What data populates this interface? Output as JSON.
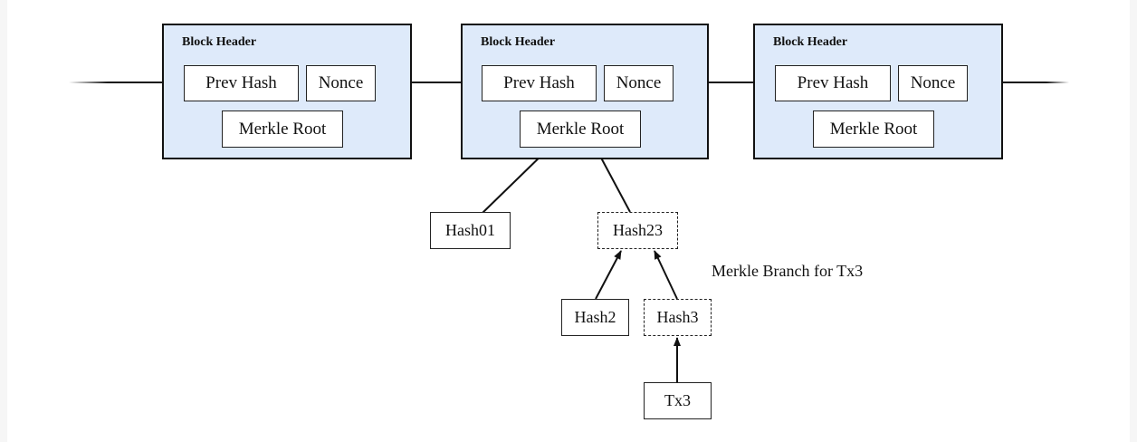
{
  "diagram": {
    "blocks": [
      {
        "title": "Block Header",
        "prev_hash": "Prev Hash",
        "nonce": "Nonce",
        "merkle_root": "Merkle Root"
      },
      {
        "title": "Block Header",
        "prev_hash": "Prev Hash",
        "nonce": "Nonce",
        "merkle_root": "Merkle Root"
      },
      {
        "title": "Block Header",
        "prev_hash": "Prev Hash",
        "nonce": "Nonce",
        "merkle_root": "Merkle Root"
      }
    ],
    "tree": {
      "hash01": "Hash01",
      "hash23": "Hash23",
      "hash2": "Hash2",
      "hash3": "Hash3",
      "tx3": "Tx3"
    },
    "branch_label": "Merkle Branch for Tx3"
  }
}
